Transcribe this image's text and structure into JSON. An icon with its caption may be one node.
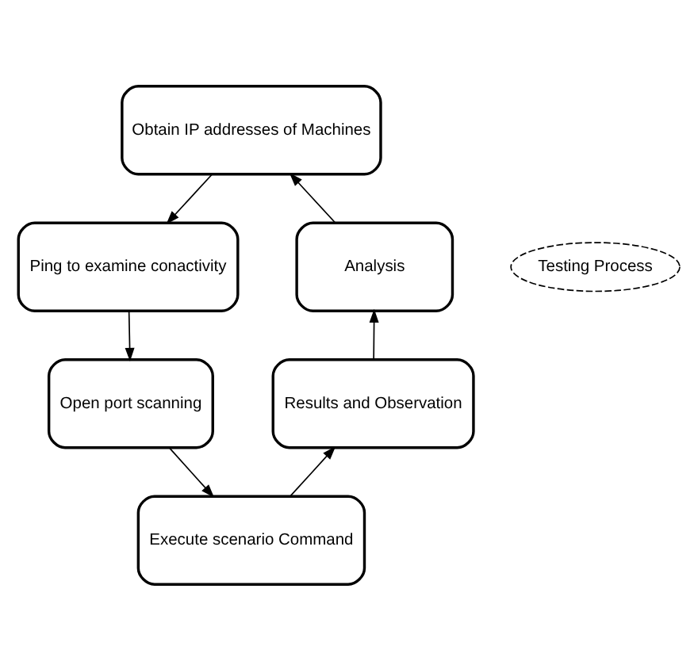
{
  "diagram": {
    "nodes": [
      {
        "text": [
          "Obtain IP addresses of Machines"
        ]
      },
      {
        "text": [
          "Ping to examine conactivity"
        ]
      },
      {
        "text": [
          "Open port scanning"
        ]
      },
      {
        "text": [
          "Execute scenario Command"
        ]
      },
      {
        "text": [
          "Results and Observation"
        ]
      },
      {
        "text": [
          "Analysis"
        ]
      },
      {
        "text": [
          "Testing Process"
        ]
      }
    ],
    "edges": [
      {
        "from": 0,
        "to": 1,
        "arrow": "to"
      },
      {
        "from": 1,
        "to": 2,
        "arrow": "to"
      },
      {
        "from": 2,
        "to": 3,
        "arrow": "to"
      },
      {
        "from": 3,
        "to": 4,
        "arrow": "to"
      },
      {
        "from": 4,
        "to": 5,
        "arrow": "to"
      },
      {
        "from": 5,
        "to": 0,
        "arrow": "to"
      }
    ]
  }
}
